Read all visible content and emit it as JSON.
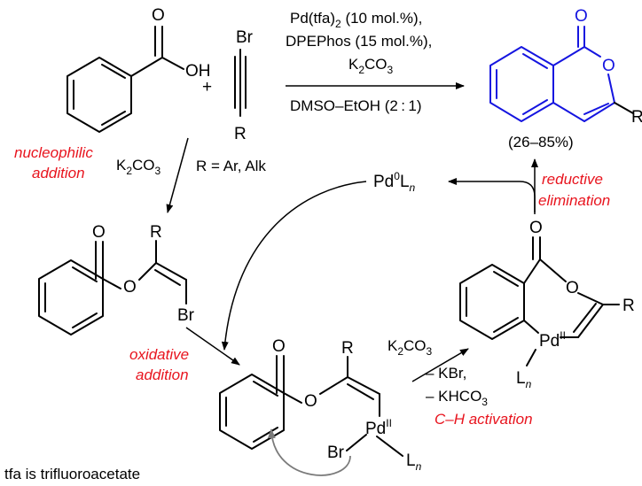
{
  "conditions": {
    "line1": "Pd(tfa)",
    "line1_sub": "2",
    "line1_rest": " (10 mol.%),",
    "line2": "DPEPhos (15 mol.%),",
    "line3_main": "K",
    "line3_sub": "2",
    "line3_rest": "CO",
    "line3_sub2": "3",
    "line4": "DMSO–EtOH (2 : 1)"
  },
  "yield": "(26–85%)",
  "r_def": "R = Ar, Alk",
  "plus": "+",
  "labels": {
    "nucleophilic_1": "nucleophilic",
    "nucleophilic_2": "addition",
    "oxidative_1": "oxidative",
    "oxidative_2": "addition",
    "reductive_1": "reductive",
    "reductive_2": "elimination",
    "ch_activation": "C–H activation"
  },
  "k2co3": {
    "k": "K",
    "s1": "2",
    "co": "CO",
    "s2": "3"
  },
  "byproducts": {
    "kbr": "– KBr,",
    "khco3_main": "– KHCO",
    "khco3_sub": "3"
  },
  "atoms": {
    "O": "O",
    "OH": "OH",
    "Br": "Br",
    "R": "R",
    "Pd": "Pd",
    "L": "L",
    "n": "n",
    "pd0": "0",
    "pd2": "II"
  },
  "footnote": "tfa is trifluoroacetate",
  "colors": {
    "product": "#1515e0",
    "label": "#e8141e",
    "cycle_arrow": "#7a7a7a"
  }
}
